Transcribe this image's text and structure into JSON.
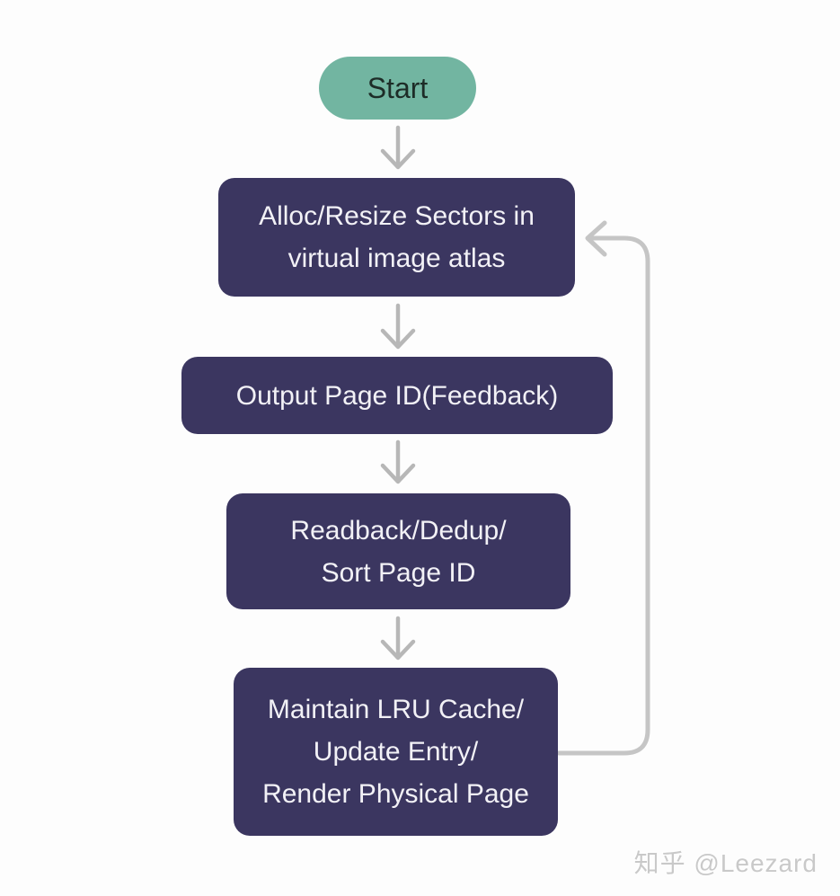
{
  "nodes": {
    "start": {
      "label": "Start",
      "type": "terminal"
    },
    "alloc": {
      "type": "process",
      "lines": [
        "Alloc/Resize Sectors in",
        "virtual image atlas"
      ]
    },
    "output": {
      "type": "process",
      "lines": [
        "Output Page ID(Feedback)"
      ]
    },
    "readback": {
      "type": "process",
      "lines": [
        "Readback/Dedup/",
        "Sort Page ID"
      ]
    },
    "maintain": {
      "type": "process",
      "lines": [
        "Maintain LRU Cache/",
        "Update Entry/",
        "Render Physical Page"
      ]
    }
  },
  "edges": [
    {
      "from": "start",
      "to": "alloc",
      "style": "straight-down"
    },
    {
      "from": "alloc",
      "to": "output",
      "style": "straight-down"
    },
    {
      "from": "output",
      "to": "readback",
      "style": "straight-down"
    },
    {
      "from": "readback",
      "to": "maintain",
      "style": "straight-down"
    },
    {
      "from": "maintain",
      "to": "alloc",
      "style": "right-side-feedback-loop"
    }
  ],
  "watermark": {
    "text": "知乎 @Leezard"
  },
  "colors": {
    "background": "#fdfdfd",
    "terminal_fill": "#72b5a1",
    "terminal_text": "#1d2c27",
    "process_fill": "#3b3660",
    "process_text": "#f2f1f6",
    "arrow": "#b7b7b7",
    "loop": "#c5c5c5",
    "watermark": "#c9c9c9"
  }
}
